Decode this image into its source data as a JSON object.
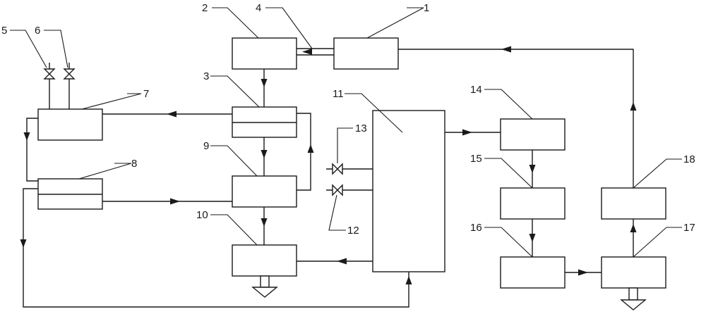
{
  "diagram": {
    "labels": {
      "n1": "1",
      "n2": "2",
      "n3": "3",
      "n4": "4",
      "n5": "5",
      "n6": "6",
      "n7": "7",
      "n8": "8",
      "n9": "9",
      "n10": "10",
      "n11": "11",
      "n12": "12",
      "n13": "13",
      "n14": "14",
      "n15": "15",
      "n16": "16",
      "n17": "17",
      "n18": "18"
    }
  }
}
